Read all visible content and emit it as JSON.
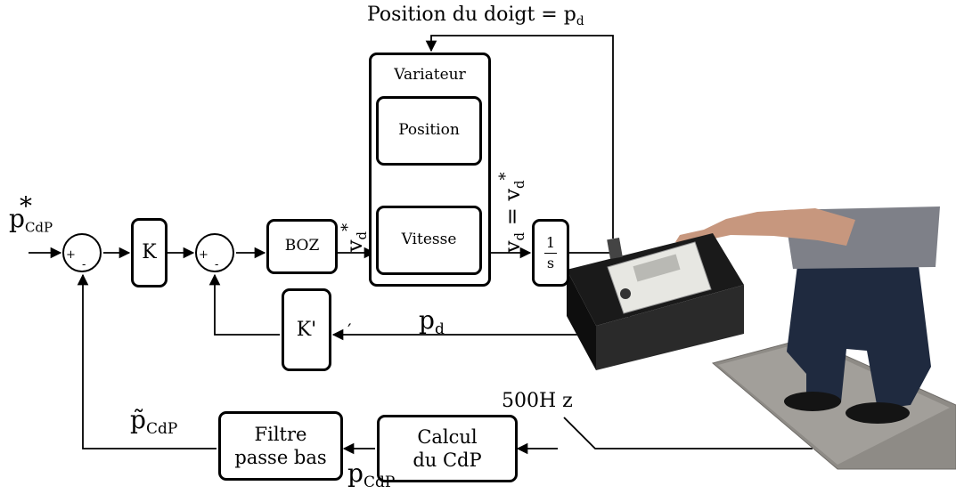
{
  "labels": {
    "top_feedback": "Position du doigt = p",
    "top_feedback_sub": "d",
    "input_main": "p",
    "input_sup": "*",
    "input_sub": "CdP",
    "vd_star_main": "v",
    "vd_star_sup": "*",
    "vd_star_sub": "d",
    "vd_eq": "v",
    "vd_eq_sub": "d",
    "vd_eq_mid": " = v",
    "vd_eq_sup": "*",
    "vd_eq_sub2": "d",
    "pd_main": "p",
    "pd_sub": "d",
    "prime_mark": "′",
    "filtered_main": "p̃",
    "filtered_sub": "CdP",
    "pcdp_main": "p",
    "pcdp_sub": "CdP",
    "freq": "500H z"
  },
  "blocks": {
    "k": "K",
    "kprime": "K'",
    "boz": "BOZ",
    "variateur": "Variateur",
    "position": "Position",
    "vitesse": "Vitesse",
    "integrator_num": "1",
    "integrator_den": "s",
    "filter": "Filtre\npasse bas",
    "calc": "Calcul\ndu CdP"
  },
  "summers": {
    "s1": {
      "plus": "+",
      "minus": "-"
    },
    "s2": {
      "plus": "+",
      "minus": "-"
    }
  }
}
